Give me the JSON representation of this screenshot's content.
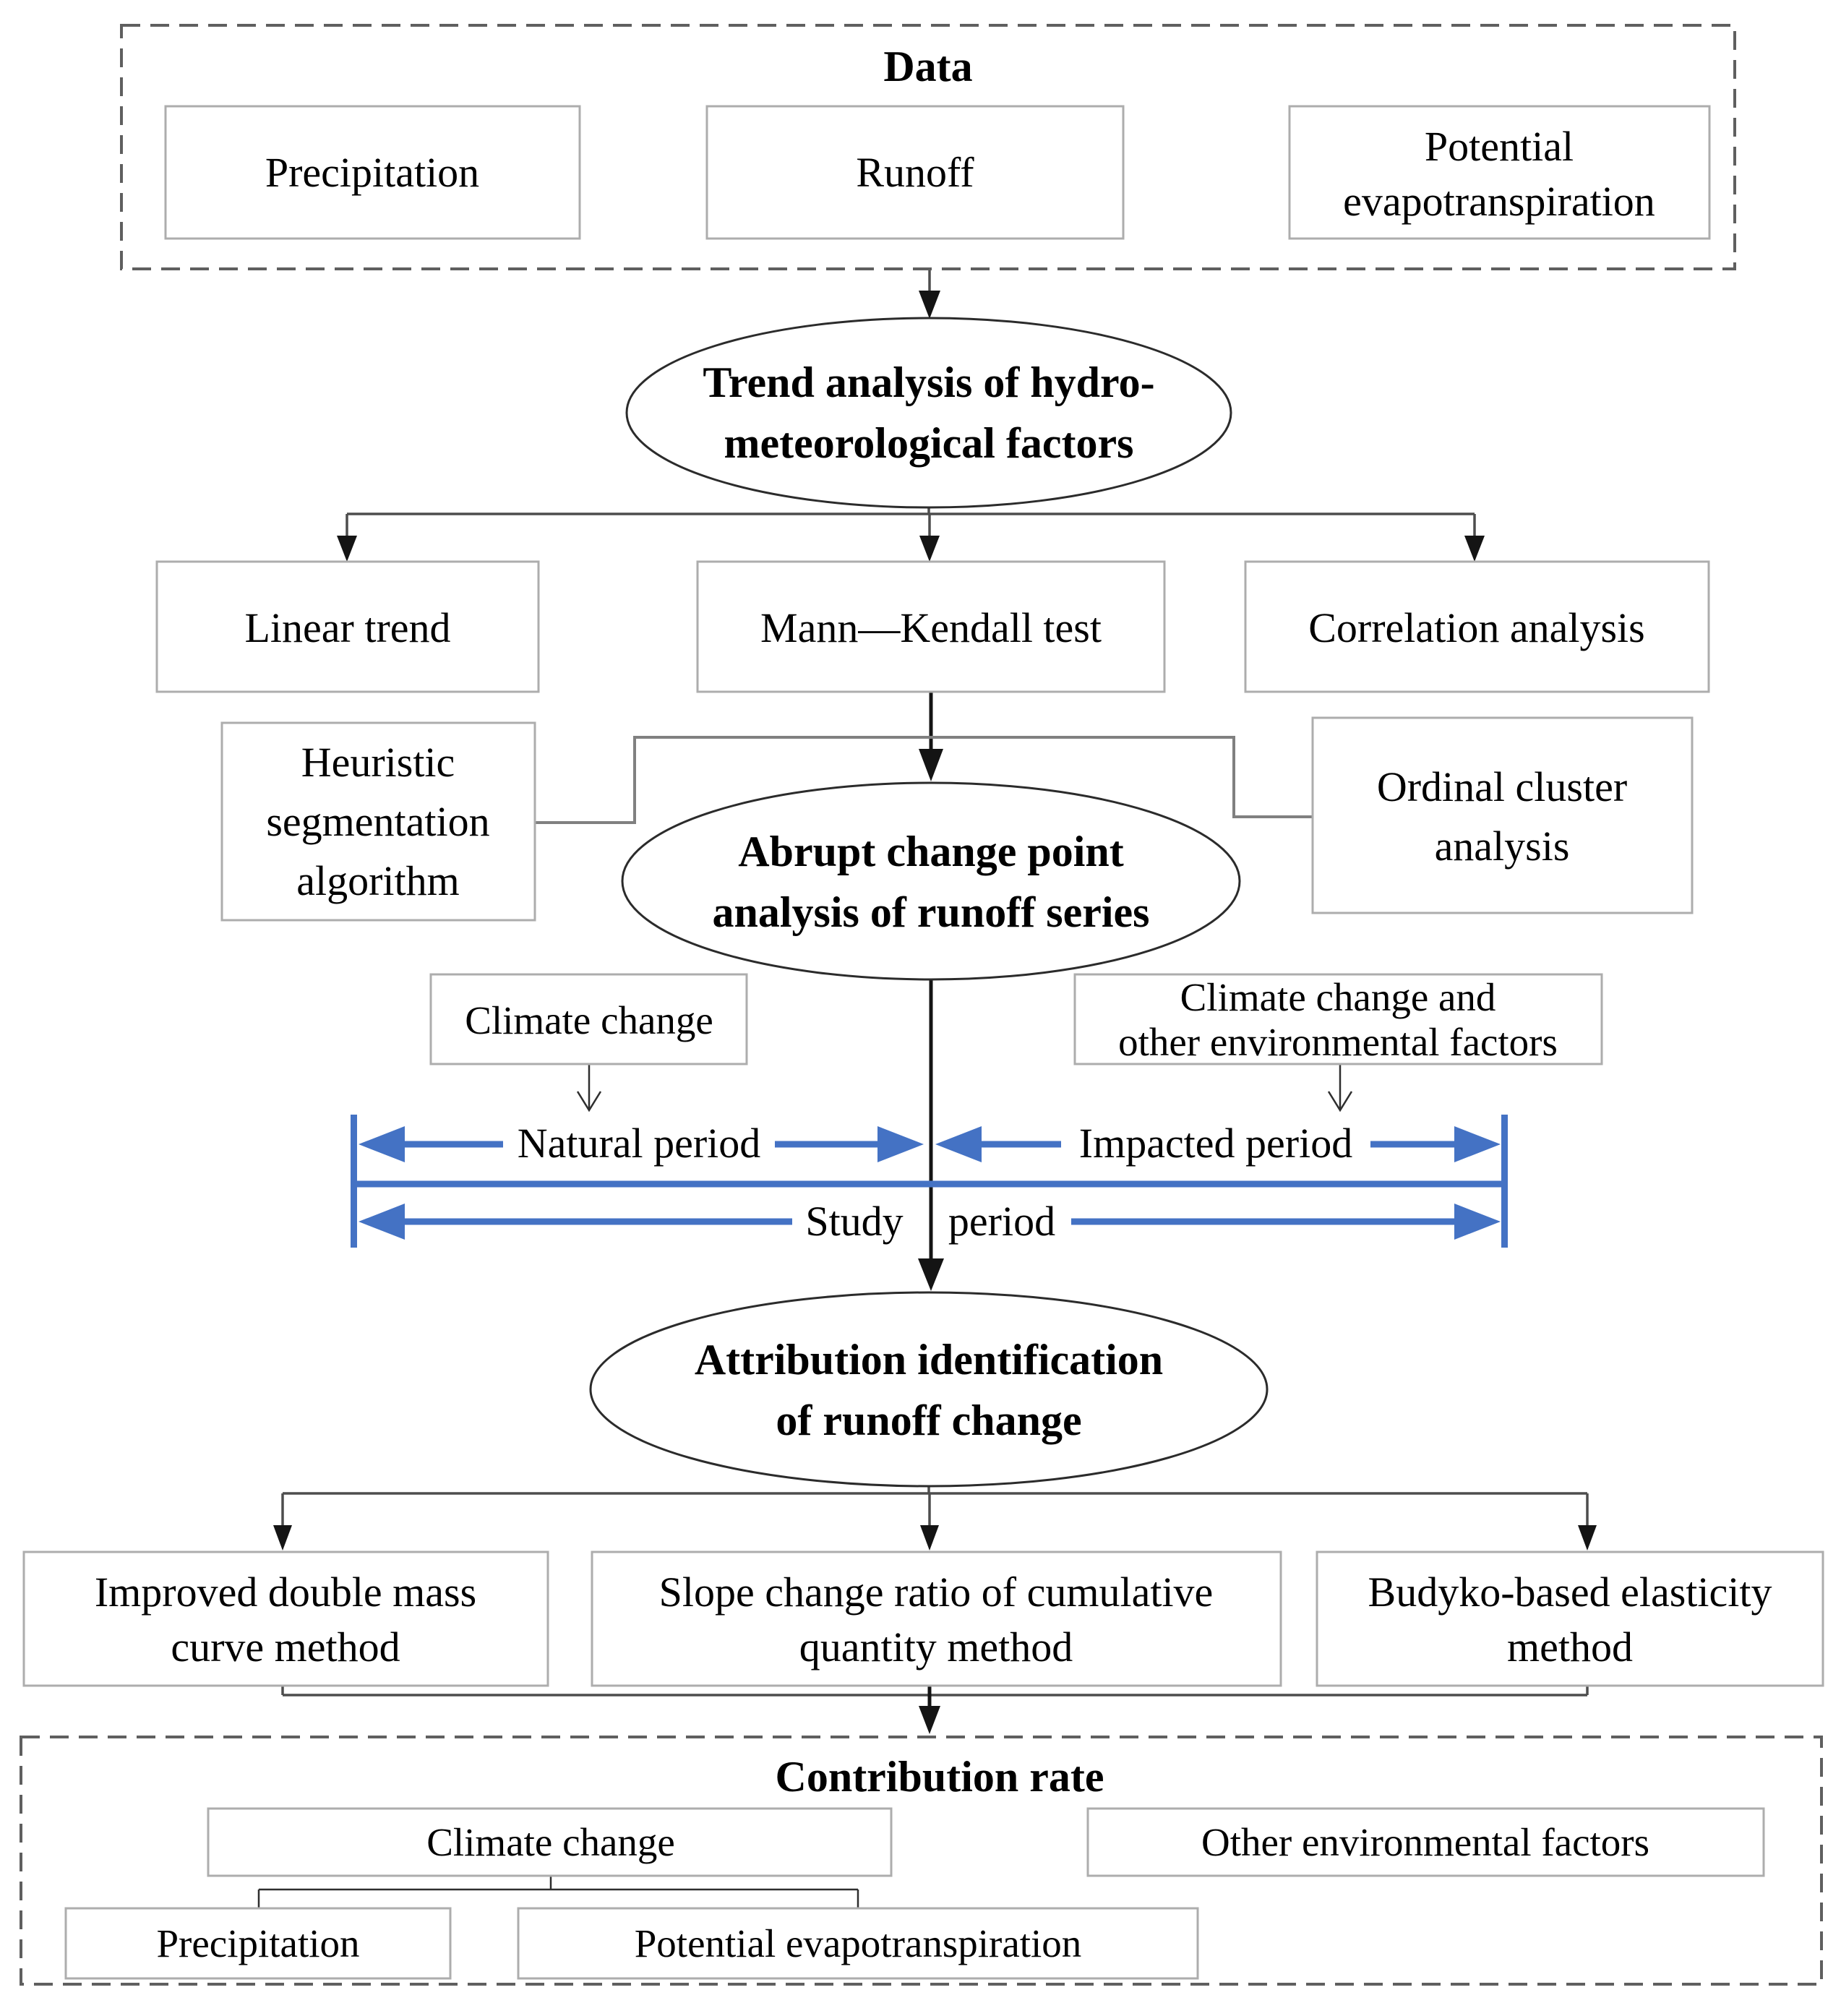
{
  "colors": {
    "accent_blue": "#4472c4",
    "box_border_gray": "#adadad",
    "dash_border_gray": "#5f5f5f",
    "connector_gray": "#4d4d4d",
    "line_black": "#141414"
  },
  "data_section": {
    "title": "Data",
    "precipitation": "Precipitation",
    "runoff": "Runoff",
    "pet_line1": "Potential",
    "pet_line2": "evapotranspiration"
  },
  "trend_ellipse": {
    "line1": "Trend analysis of hydro-",
    "line2": "meteorological factors"
  },
  "trend_methods": {
    "linear": "Linear trend",
    "mann_kendall": "Mann—Kendall test",
    "correlation": "Correlation analysis"
  },
  "change_point": {
    "heuristic_line1": "Heuristic",
    "heuristic_line2": "segmentation",
    "heuristic_line3": "algorithm",
    "ellipse_line1": "Abrupt change point",
    "ellipse_line2": "analysis of runoff series",
    "ordinal_line1": "Ordinal cluster",
    "ordinal_line2": "analysis"
  },
  "drivers": {
    "climate": "Climate change",
    "other_line1": "Climate change and",
    "other_line2": "other environmental factors"
  },
  "timeline": {
    "natural": "Natural period",
    "impacted": "Impacted period",
    "study_left": "Study",
    "study_right": "period"
  },
  "attribution_ellipse": {
    "line1": "Attribution identification",
    "line2": "of runoff change"
  },
  "attribution_methods": {
    "m1_line1": "Improved double mass",
    "m1_line2": "curve method",
    "m2_line1": "Slope change ratio of cumulative",
    "m2_line2": "quantity method",
    "m3_line1": "Budyko-based elasticity",
    "m3_line2": "method"
  },
  "contribution": {
    "title": "Contribution rate",
    "climate": "Climate change",
    "other": "Other environmental factors",
    "precipitation": "Precipitation",
    "pet": "Potential evapotranspiration"
  }
}
